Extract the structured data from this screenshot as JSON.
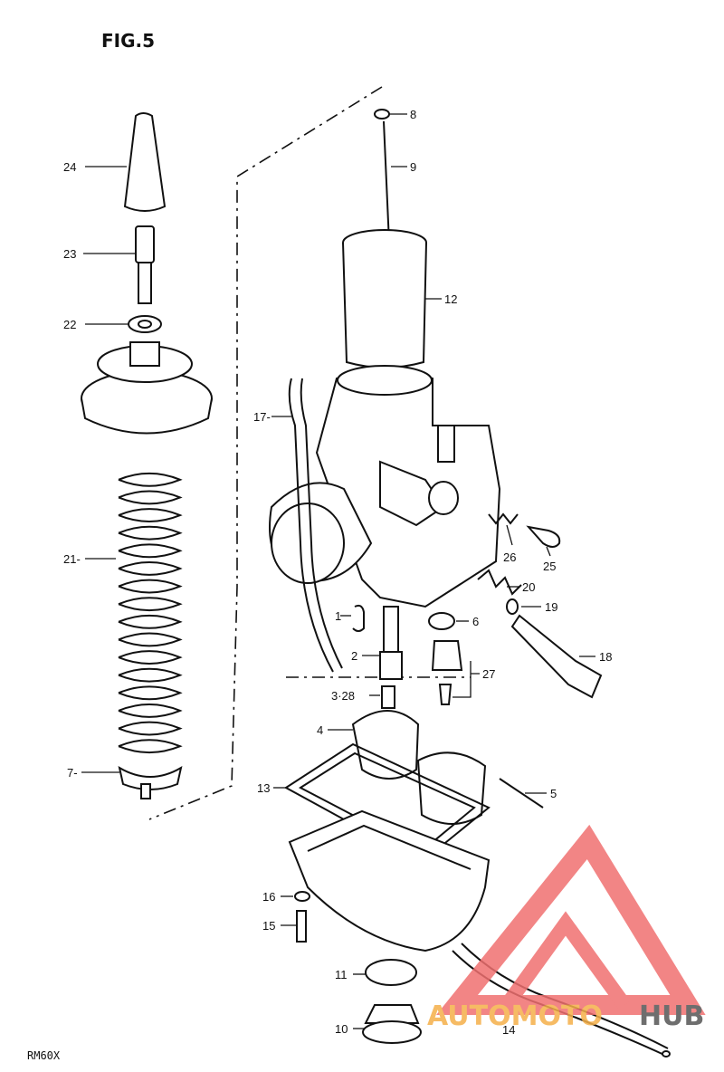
{
  "figure": {
    "title": "FIG.5",
    "model": "RM60X"
  },
  "watermark": {
    "brand_part1": "AUTOMOTO",
    "brand_part2": "HUB",
    "colors": {
      "accent": "#f07070",
      "orange": "#f5b04a",
      "dark": "#555555"
    }
  },
  "labels": [
    {
      "id": "p24",
      "text": "24"
    },
    {
      "id": "p23",
      "text": "23"
    },
    {
      "id": "p22",
      "text": "22"
    },
    {
      "id": "p21",
      "text": "21-"
    },
    {
      "id": "p7",
      "text": "7-"
    },
    {
      "id": "p8",
      "text": "8"
    },
    {
      "id": "p9",
      "text": "9"
    },
    {
      "id": "p12",
      "text": "12"
    },
    {
      "id": "p17",
      "text": "17-"
    },
    {
      "id": "p26",
      "text": "26"
    },
    {
      "id": "p25",
      "text": "25"
    },
    {
      "id": "p20",
      "text": "20"
    },
    {
      "id": "p19",
      "text": "19"
    },
    {
      "id": "p1",
      "text": "1"
    },
    {
      "id": "p6",
      "text": "6"
    },
    {
      "id": "p2",
      "text": "2"
    },
    {
      "id": "p27",
      "text": "27"
    },
    {
      "id": "p18",
      "text": "18"
    },
    {
      "id": "p3_28",
      "text": "3·28"
    },
    {
      "id": "p4",
      "text": "4"
    },
    {
      "id": "p13",
      "text": "13"
    },
    {
      "id": "p5",
      "text": "5"
    },
    {
      "id": "p16",
      "text": "16"
    },
    {
      "id": "p15",
      "text": "15"
    },
    {
      "id": "p11",
      "text": "11"
    },
    {
      "id": "p10",
      "text": "10"
    },
    {
      "id": "p14",
      "text": "14"
    }
  ]
}
